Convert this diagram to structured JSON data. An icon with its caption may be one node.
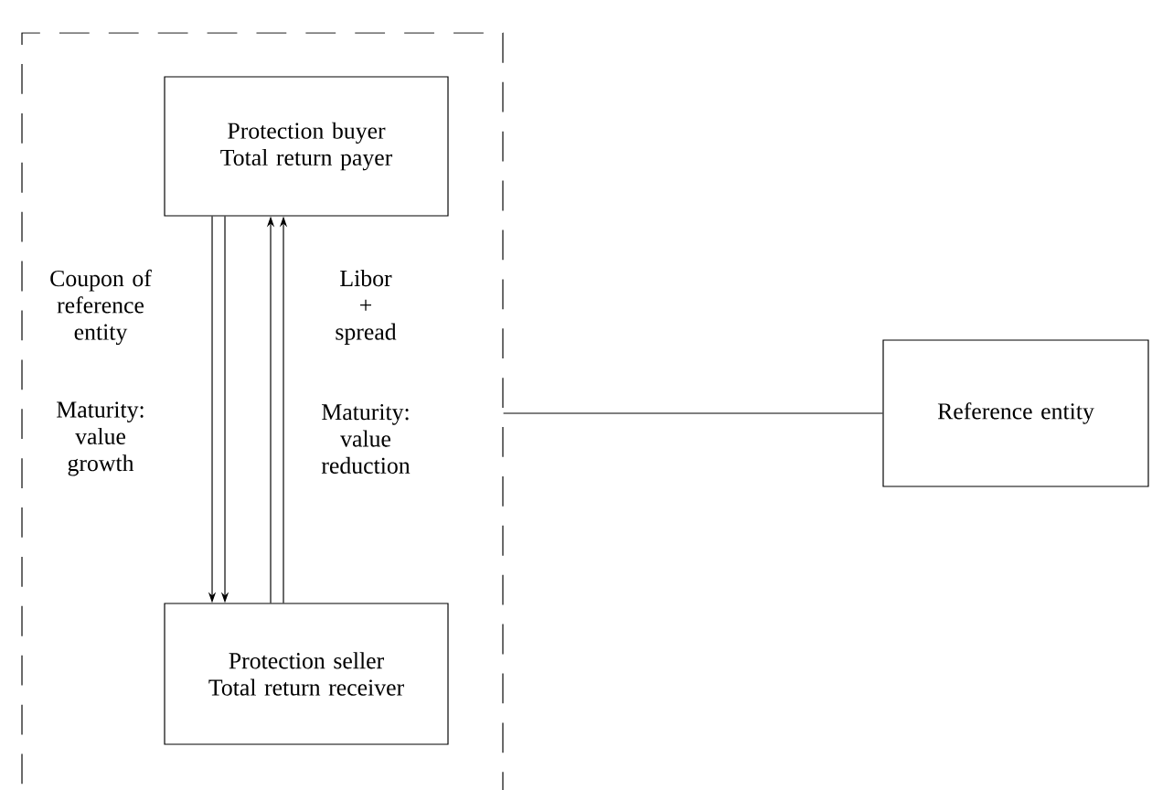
{
  "diagram": {
    "nodes": [
      {
        "text": [],
        "shape": "box"
      },
      {
        "text": [
          "Protection buyer Total return payer"
        ],
        "in": 0
      },
      {
        "text": [
          "Protection seller Total return receiver"
        ],
        "in": 0
      },
      {
        "text": [
          "Reference entity"
        ]
      }
    ],
    "edges": [
      {
        "from": 1,
        "to": 2,
        "arrow": "to",
        "label": "Coupon of reference entity"
      },
      {
        "from": 1,
        "to": 2,
        "arrow": "to",
        "label": "Maturity: value growth"
      },
      {
        "from": 2,
        "to": 1,
        "arrow": "to",
        "label": "Libor + spread"
      },
      {
        "from": 2,
        "to": 1,
        "arrow": "to",
        "label": "Maturity: value reduction"
      },
      {
        "from": 0,
        "to": 3,
        "arrow": "none"
      }
    ]
  }
}
